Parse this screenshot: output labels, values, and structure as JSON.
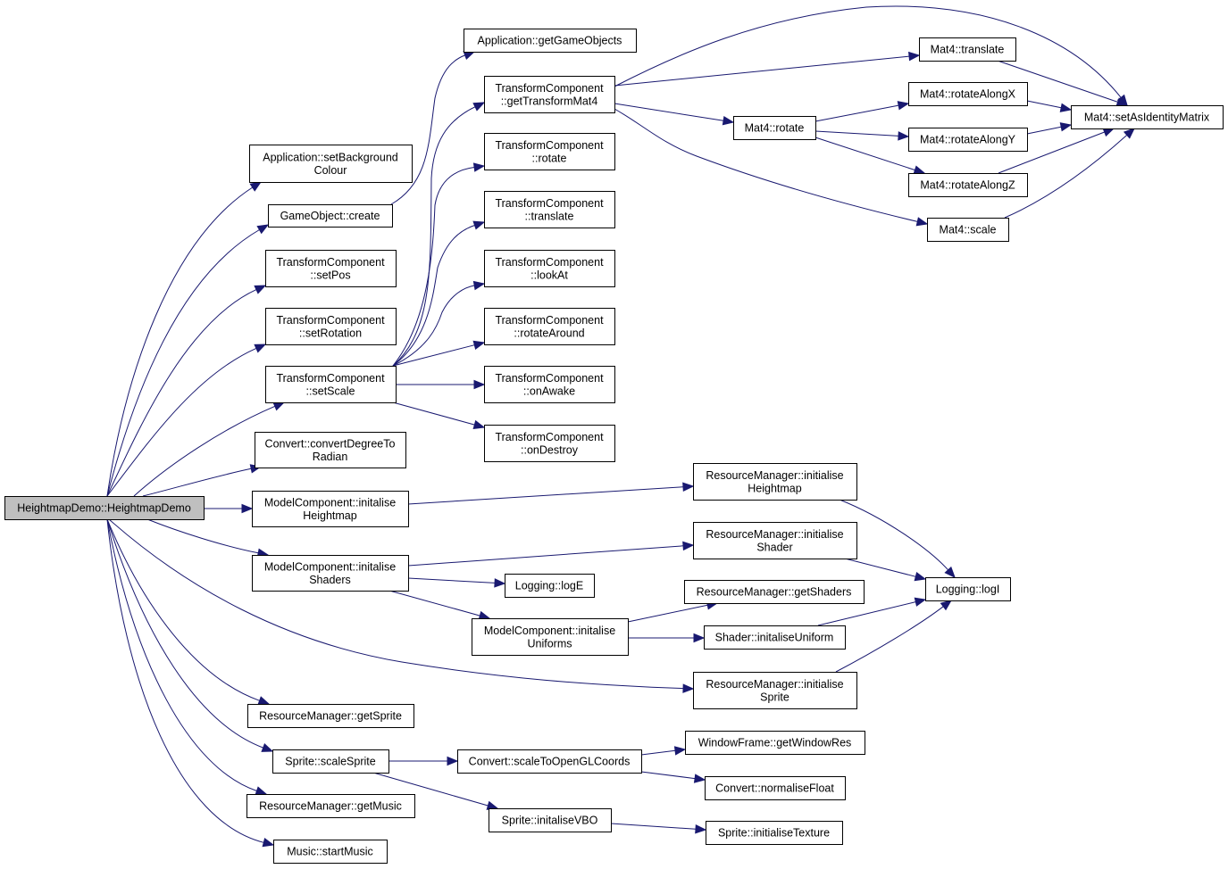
{
  "diagram": {
    "type": "call-graph",
    "edge_color": "#191970",
    "root_fill": "#bfbfbf",
    "nodes": [
      {
        "id": "root",
        "lines": [
          "HeightmapDemo::HeightmapDemo"
        ],
        "root": true
      },
      {
        "id": "app_setbg",
        "lines": [
          "Application::setBackground",
          "Colour"
        ]
      },
      {
        "id": "go_create",
        "lines": [
          "GameObject::create"
        ]
      },
      {
        "id": "tc_setpos",
        "lines": [
          "TransformComponent",
          "::setPos"
        ]
      },
      {
        "id": "tc_setrot",
        "lines": [
          "TransformComponent",
          "::setRotation"
        ]
      },
      {
        "id": "tc_setscale",
        "lines": [
          "TransformComponent",
          "::setScale"
        ]
      },
      {
        "id": "conv_deg",
        "lines": [
          "Convert::convertDegreeTo",
          "Radian"
        ]
      },
      {
        "id": "mc_hm",
        "lines": [
          "ModelComponent::initalise",
          "Heightmap"
        ]
      },
      {
        "id": "mc_sh",
        "lines": [
          "ModelComponent::initalise",
          "Shaders"
        ]
      },
      {
        "id": "rm_getsprite",
        "lines": [
          "ResourceManager::getSprite"
        ]
      },
      {
        "id": "sprite_scale",
        "lines": [
          "Sprite::scaleSprite"
        ]
      },
      {
        "id": "rm_getmusic",
        "lines": [
          "ResourceManager::getMusic"
        ]
      },
      {
        "id": "music_start",
        "lines": [
          "Music::startMusic"
        ]
      },
      {
        "id": "app_getgo",
        "lines": [
          "Application::getGameObjects"
        ]
      },
      {
        "id": "tc_gettm",
        "lines": [
          "TransformComponent",
          "::getTransformMat4"
        ]
      },
      {
        "id": "tc_rotate",
        "lines": [
          "TransformComponent",
          "::rotate"
        ]
      },
      {
        "id": "tc_translate",
        "lines": [
          "TransformComponent",
          "::translate"
        ]
      },
      {
        "id": "tc_lookat",
        "lines": [
          "TransformComponent",
          "::lookAt"
        ]
      },
      {
        "id": "tc_rotaround",
        "lines": [
          "TransformComponent",
          "::rotateAround"
        ]
      },
      {
        "id": "tc_onawake",
        "lines": [
          "TransformComponent",
          "::onAwake"
        ]
      },
      {
        "id": "tc_ondestroy",
        "lines": [
          "TransformComponent",
          "::onDestroy"
        ]
      },
      {
        "id": "mat_translate",
        "lines": [
          "Mat4::translate"
        ]
      },
      {
        "id": "mat_rotx",
        "lines": [
          "Mat4::rotateAlongX"
        ]
      },
      {
        "id": "mat_rotate",
        "lines": [
          "Mat4::rotate"
        ]
      },
      {
        "id": "mat_roty",
        "lines": [
          "Mat4::rotateAlongY"
        ]
      },
      {
        "id": "mat_rotz",
        "lines": [
          "Mat4::rotateAlongZ"
        ]
      },
      {
        "id": "mat_scale",
        "lines": [
          "Mat4::scale"
        ]
      },
      {
        "id": "mat_identity",
        "lines": [
          "Mat4::setAsIdentityMatrix"
        ]
      },
      {
        "id": "rm_hm",
        "lines": [
          "ResourceManager::initialise",
          "Heightmap"
        ]
      },
      {
        "id": "rm_shader",
        "lines": [
          "ResourceManager::initialise",
          "Shader"
        ]
      },
      {
        "id": "log_e",
        "lines": [
          "Logging::logE"
        ]
      },
      {
        "id": "rm_getshaders",
        "lines": [
          "ResourceManager::getShaders"
        ]
      },
      {
        "id": "mc_uniforms",
        "lines": [
          "ModelComponent::initalise",
          "Uniforms"
        ]
      },
      {
        "id": "sh_inituniform",
        "lines": [
          "Shader::initaliseUniform"
        ]
      },
      {
        "id": "rm_sprite",
        "lines": [
          "ResourceManager::initialise",
          "Sprite"
        ]
      },
      {
        "id": "log_i",
        "lines": [
          "Logging::logI"
        ]
      },
      {
        "id": "wf_getres",
        "lines": [
          "WindowFrame::getWindowRes"
        ]
      },
      {
        "id": "conv_scalegl",
        "lines": [
          "Convert::scaleToOpenGLCoords"
        ]
      },
      {
        "id": "conv_normfloat",
        "lines": [
          "Convert::normaliseFloat"
        ]
      },
      {
        "id": "sprite_vbo",
        "lines": [
          "Sprite::initaliseVBO"
        ]
      },
      {
        "id": "sprite_tex",
        "lines": [
          "Sprite::initialiseTexture"
        ]
      }
    ],
    "edges": [
      [
        "root",
        "app_setbg"
      ],
      [
        "root",
        "go_create"
      ],
      [
        "root",
        "tc_setpos"
      ],
      [
        "root",
        "tc_setrot"
      ],
      [
        "root",
        "tc_setscale"
      ],
      [
        "root",
        "conv_deg"
      ],
      [
        "root",
        "mc_hm"
      ],
      [
        "root",
        "mc_sh"
      ],
      [
        "root",
        "rm_sprite"
      ],
      [
        "root",
        "rm_getsprite"
      ],
      [
        "root",
        "sprite_scale"
      ],
      [
        "root",
        "rm_getmusic"
      ],
      [
        "root",
        "music_start"
      ],
      [
        "go_create",
        "app_getgo"
      ],
      [
        "tc_setscale",
        "tc_gettm"
      ],
      [
        "tc_setscale",
        "tc_rotate"
      ],
      [
        "tc_setscale",
        "tc_translate"
      ],
      [
        "tc_setscale",
        "tc_lookat"
      ],
      [
        "tc_setscale",
        "tc_rotaround"
      ],
      [
        "tc_setscale",
        "tc_onawake"
      ],
      [
        "tc_setscale",
        "tc_ondestroy"
      ],
      [
        "tc_gettm",
        "mat_identity"
      ],
      [
        "tc_gettm",
        "mat_translate"
      ],
      [
        "tc_gettm",
        "mat_rotate"
      ],
      [
        "tc_gettm",
        "mat_scale"
      ],
      [
        "mat_translate",
        "mat_identity"
      ],
      [
        "mat_rotate",
        "mat_rotx"
      ],
      [
        "mat_rotate",
        "mat_roty"
      ],
      [
        "mat_rotate",
        "mat_rotz"
      ],
      [
        "mat_rotx",
        "mat_identity"
      ],
      [
        "mat_roty",
        "mat_identity"
      ],
      [
        "mat_rotz",
        "mat_identity"
      ],
      [
        "mat_scale",
        "mat_identity"
      ],
      [
        "mc_hm",
        "rm_hm"
      ],
      [
        "rm_hm",
        "log_i"
      ],
      [
        "mc_sh",
        "rm_shader"
      ],
      [
        "mc_sh",
        "log_e"
      ],
      [
        "mc_sh",
        "mc_uniforms"
      ],
      [
        "rm_shader",
        "log_i"
      ],
      [
        "mc_uniforms",
        "rm_getshaders"
      ],
      [
        "mc_uniforms",
        "sh_inituniform"
      ],
      [
        "sh_inituniform",
        "log_i"
      ],
      [
        "rm_sprite",
        "log_i"
      ],
      [
        "sprite_scale",
        "conv_scalegl"
      ],
      [
        "sprite_scale",
        "sprite_vbo"
      ],
      [
        "conv_scalegl",
        "wf_getres"
      ],
      [
        "conv_scalegl",
        "conv_normfloat"
      ],
      [
        "sprite_vbo",
        "sprite_tex"
      ]
    ]
  }
}
